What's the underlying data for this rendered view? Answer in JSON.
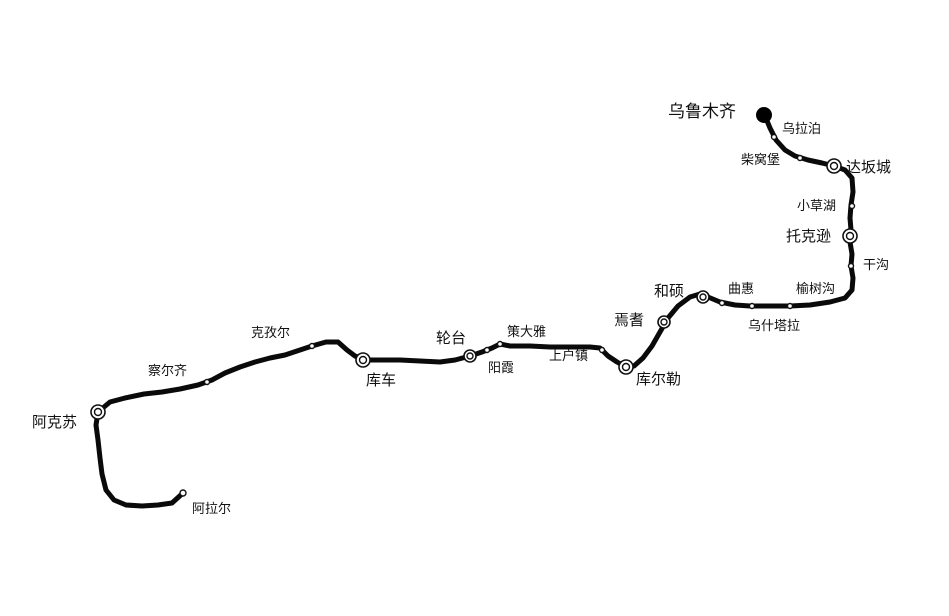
{
  "map": {
    "route_color": "#0a0a0a",
    "background": "#ffffff",
    "stations": {
      "urumqi": "乌鲁木齐",
      "wulabo": "乌拉泊",
      "chaiwopu": "柴窝堡",
      "dabancheng": "达坂城",
      "xiaocaohu": "小草湖",
      "tuokexun": "托克逊",
      "gangou": "干沟",
      "yushugou": "榆树沟",
      "wushitala": "乌什塔拉",
      "quhui": "曲惠",
      "heshuo": "和硕",
      "yanqi": "焉耆",
      "korla": "库尔勒",
      "shanghuzhen": "上户镇",
      "cedaya": "策大雅",
      "yangxia": "阳霞",
      "luntai": "轮台",
      "kuqa": "库车",
      "kezier": "克孜尔",
      "chaerqi": "察尔齐",
      "aksu": "阿克苏",
      "alaer": "阿拉尔"
    }
  }
}
